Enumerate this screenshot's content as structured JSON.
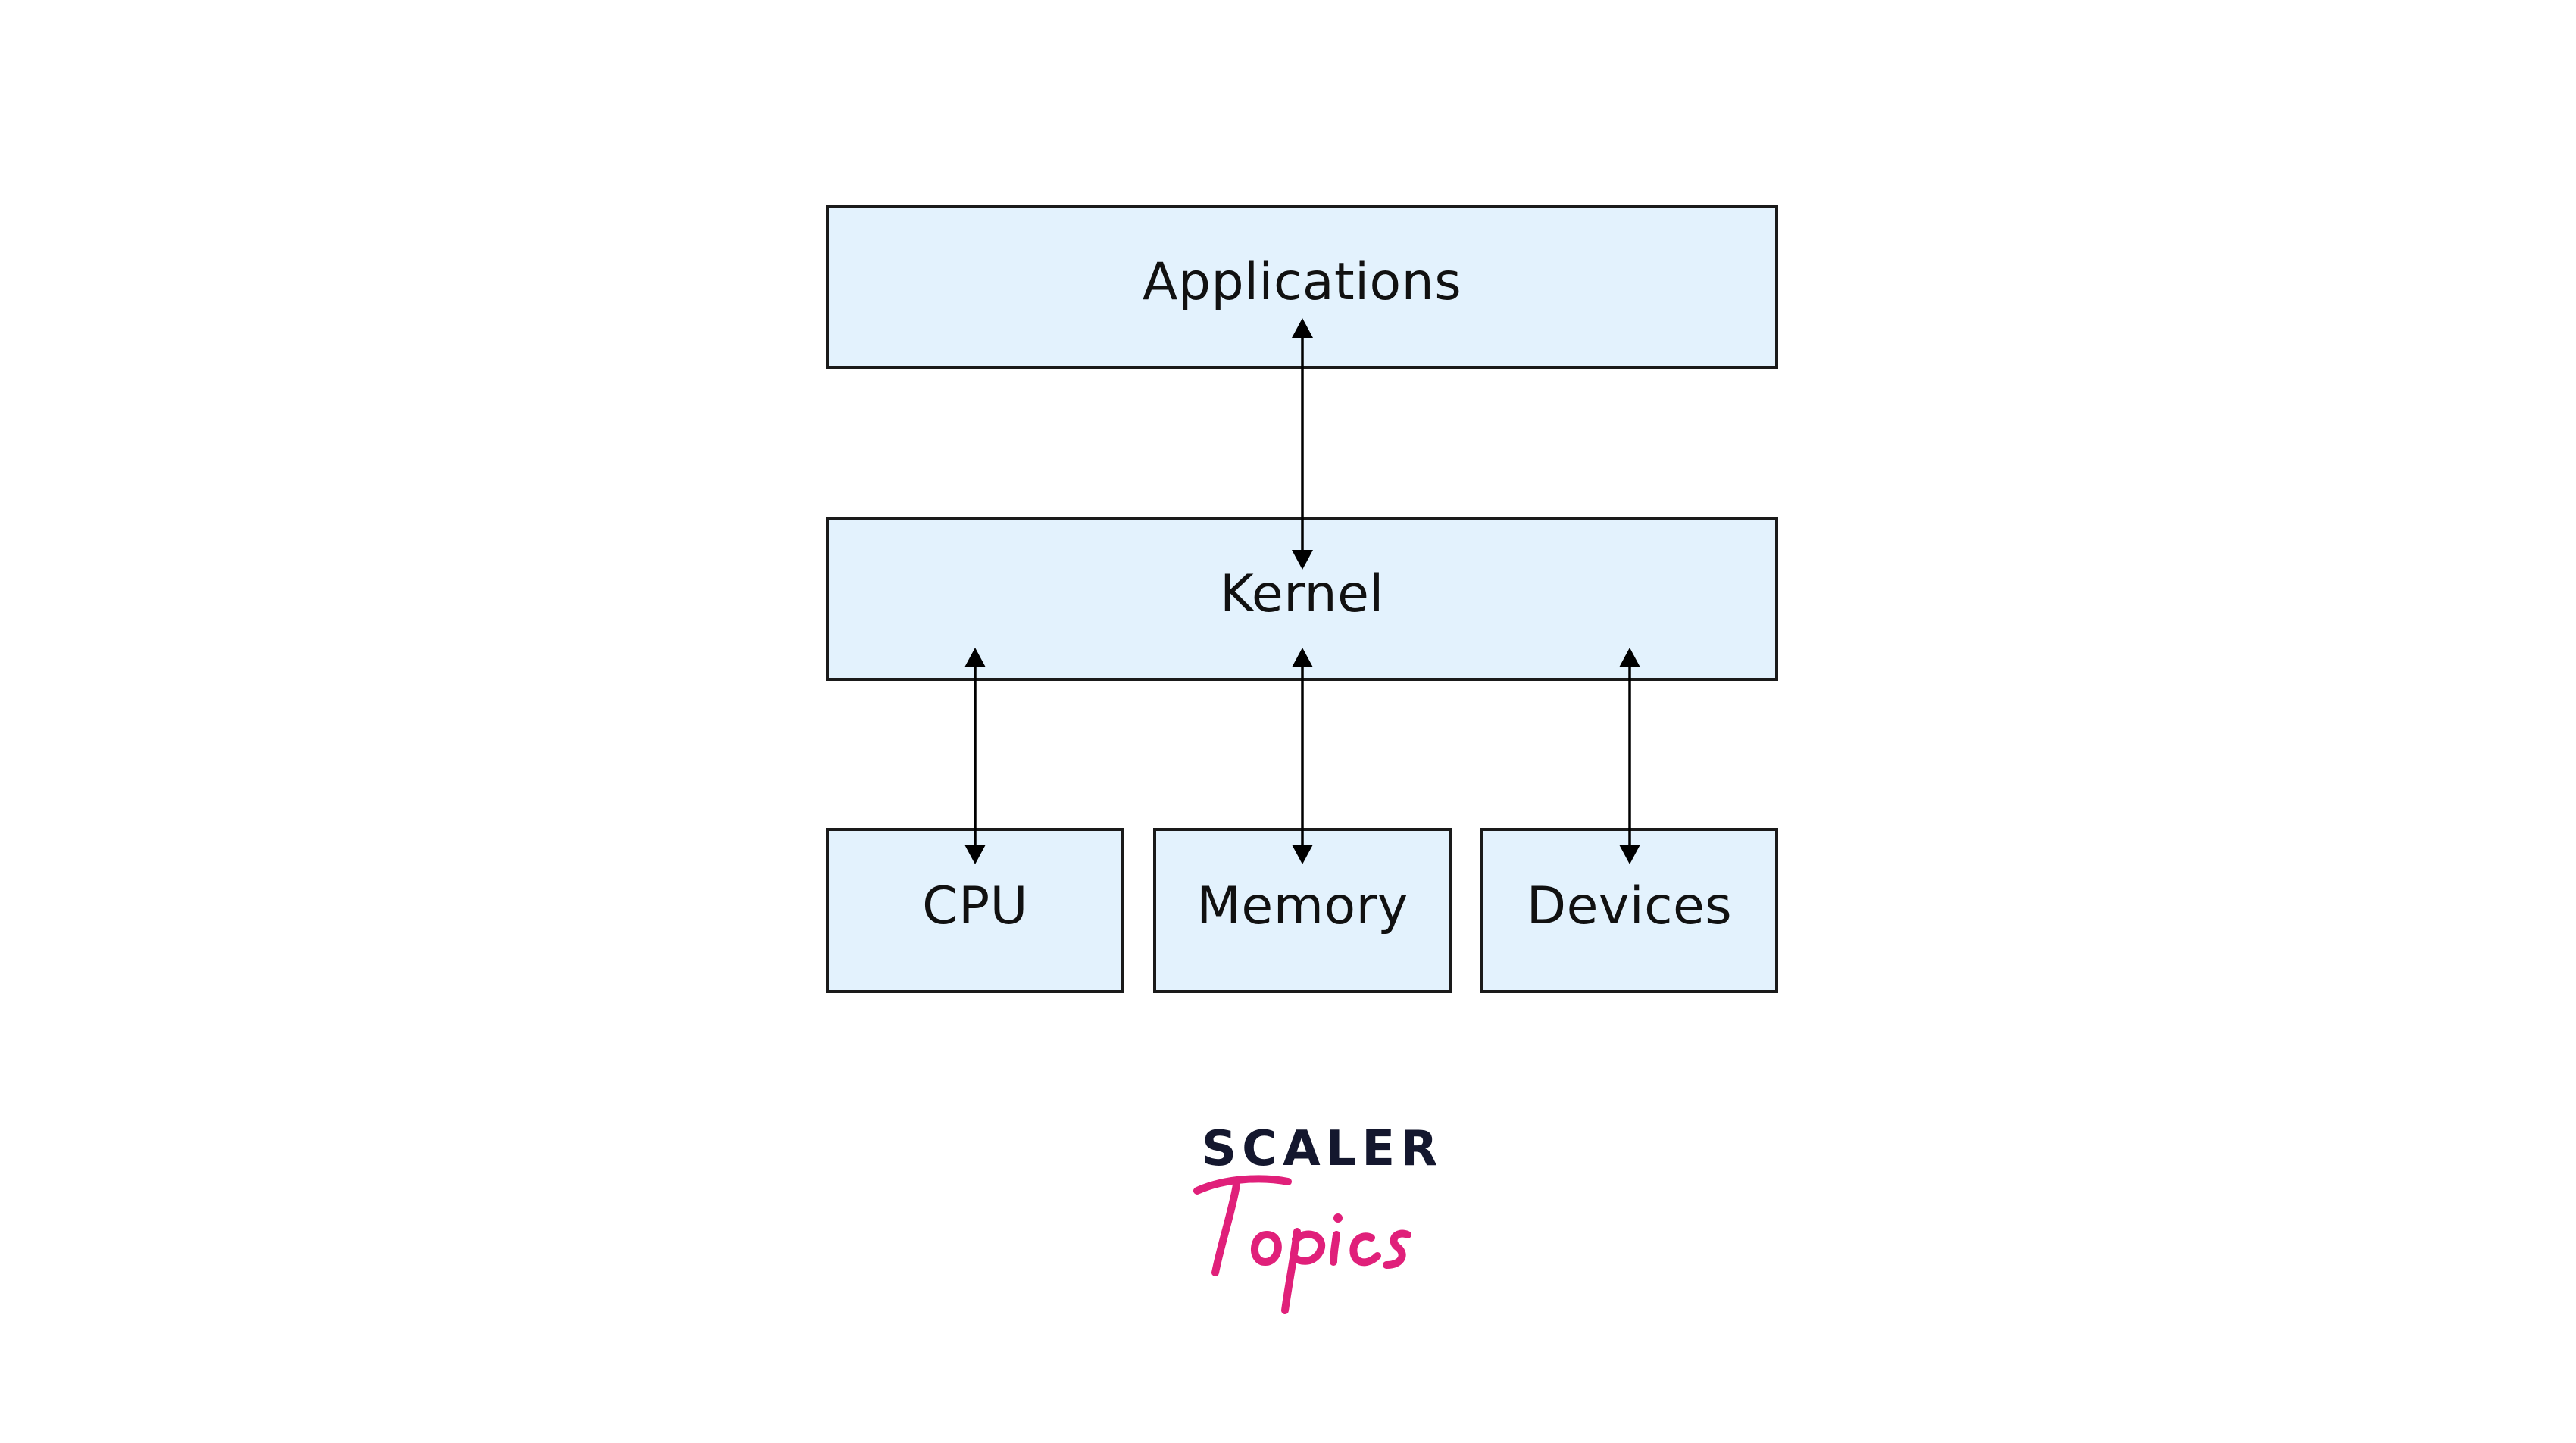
{
  "diagram": {
    "nodes": {
      "applications": "Applications",
      "kernel": "Kernel",
      "cpu": "CPU",
      "memory": "Memory",
      "devices": "Devices"
    },
    "edges": [
      {
        "from": "applications",
        "to": "kernel",
        "direction": "both"
      },
      {
        "from": "kernel",
        "to": "cpu",
        "direction": "both"
      },
      {
        "from": "kernel",
        "to": "memory",
        "direction": "both"
      },
      {
        "from": "kernel",
        "to": "devices",
        "direction": "both"
      }
    ],
    "colors": {
      "box_fill": "#e3f2fd",
      "box_border": "#1a1a1a",
      "arrow": "#000000"
    }
  },
  "logo": {
    "scaler": "SCALER",
    "topics": "Topics",
    "colors": {
      "scaler": "#14172e",
      "topics": "#e0207a"
    }
  }
}
